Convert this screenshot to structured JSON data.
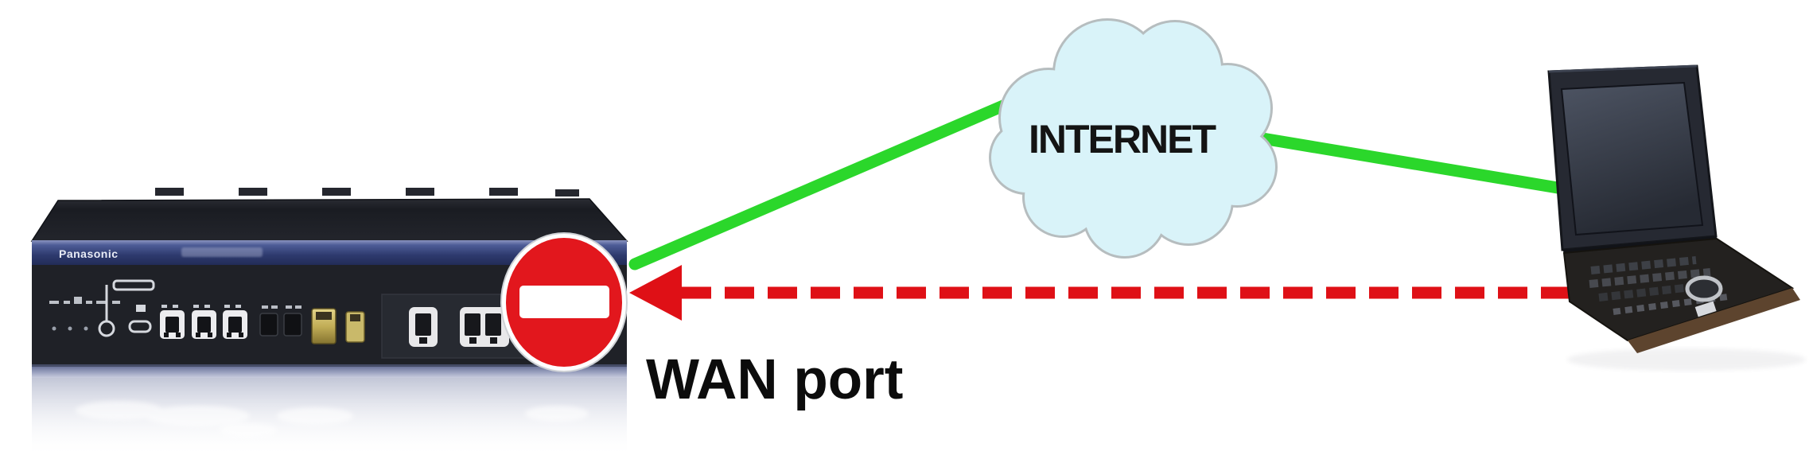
{
  "diagram": {
    "background": "#ffffff",
    "internet": {
      "label": "INTERNET",
      "cloud_fill": "#d9f3f9",
      "cloud_stroke": "#b6bdbf"
    },
    "wan_port": {
      "label": "WAN port"
    },
    "router": {
      "brand": "Panasonic"
    },
    "sign": {
      "icon": "no-entry-icon",
      "color": "#e2171d",
      "bar_color": "#ffffff"
    },
    "links": {
      "router_to_internet": {
        "style": "solid",
        "color": "#2bd72b"
      },
      "internet_to_laptop": {
        "style": "solid",
        "color": "#2bd72b"
      },
      "laptop_to_wan": {
        "style": "dashed-arrow",
        "color": "#df1016"
      }
    }
  }
}
